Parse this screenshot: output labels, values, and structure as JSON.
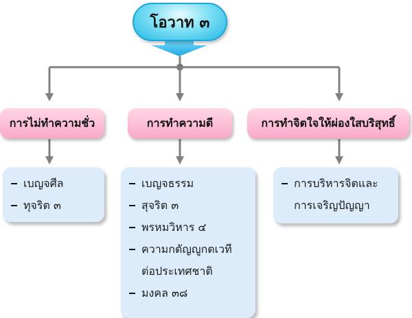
{
  "title": "โอวาท ๓",
  "categories": [
    {
      "label": "การไม่ทำความชั่ว",
      "items": [
        "เบญจศีล",
        "ทุจริต ๓"
      ]
    },
    {
      "label": "การทำความดี",
      "items": [
        "เบญจธรรม",
        "สุจริต ๓",
        "พรหมวิหาร ๔",
        "ความกตัญญูกตเวที",
        "มงคล ๓๘"
      ],
      "item_continuation": "ต่อประเทศชาติ"
    },
    {
      "label": "การทำจิตใจให้ผ่องใสบริสุทธิ์",
      "items": [
        "การบริหารจิตและ"
      ],
      "item_continuation": "การเจริญปัญญา"
    }
  ],
  "colors": {
    "title_fill": "#24b8e6",
    "category_fill": "#f9a9c8",
    "detail_fill": "#dcecfb",
    "connector": "#808080",
    "big_arrow": "#1ea9e6"
  }
}
